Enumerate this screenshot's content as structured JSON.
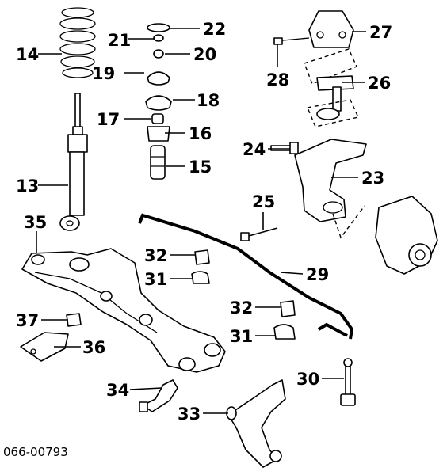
{
  "labels": {
    "p13": "13",
    "p14": "14",
    "p15": "15",
    "p16": "16",
    "p17": "17",
    "p18": "18",
    "p19": "19",
    "p20": "20",
    "p21": "21",
    "p22": "22",
    "p23": "23",
    "p24": "24",
    "p25": "25",
    "p26": "26",
    "p27": "27",
    "p28": "28",
    "p29": "29",
    "p30": "30",
    "p31a": "31",
    "p31b": "31",
    "p32a": "32",
    "p32b": "32",
    "p33": "33",
    "p34": "34",
    "p35": "35",
    "p36": "36",
    "p37": "37"
  },
  "document_number": "066-00793"
}
